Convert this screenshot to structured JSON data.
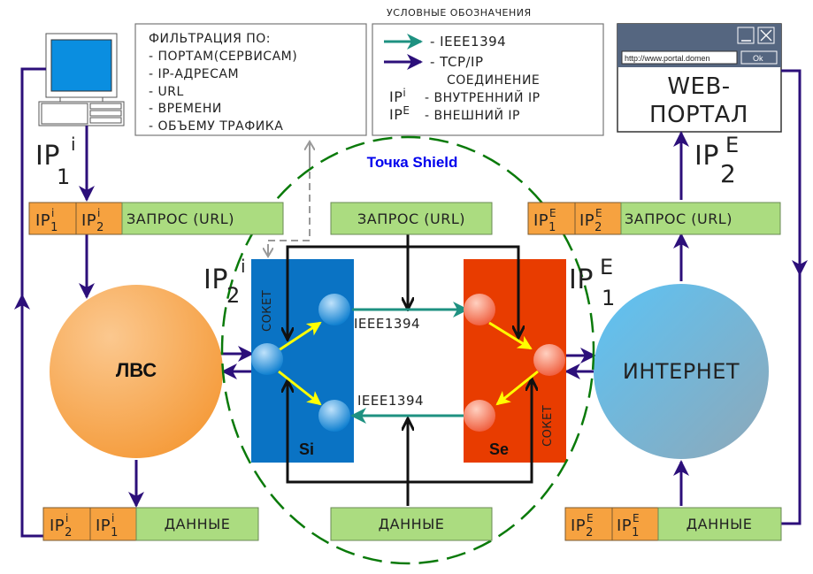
{
  "legend": {
    "title": "Условные обозначения",
    "items": [
      {
        "icon": "teal-arrow-icon",
        "color": "#1e9181",
        "label": "- IEEE1394"
      },
      {
        "icon": "purple-arrow-icon",
        "color": "#2c0f7a",
        "label": "- TCP/IP"
      },
      {
        "icon": "",
        "color": "",
        "label": "соединение"
      }
    ],
    "ip_internal": {
      "base": "IP",
      "sup": "i",
      "label": "- внутренний IP"
    },
    "ip_external": {
      "base": "IP",
      "sup": "E",
      "label": "- внешний IP"
    }
  },
  "filter_box": {
    "title": "Фильтрация по:",
    "items": [
      "- портам(сервисам)",
      "- IP-адресам",
      "- URL",
      "- времени",
      "- объему трафика"
    ]
  },
  "shield": {
    "title": "Точка Shield",
    "title_color": "#0000ee",
    "border_color": "#0a7a0a"
  },
  "web_portal": {
    "url": "http://www.portal.domen",
    "ok_label": "Ok",
    "title_line1": "WEB-",
    "title_line2": "ПОРТАЛ"
  },
  "nodes": {
    "lan": {
      "label": "ЛВС",
      "color": "#f5a24a"
    },
    "internet": {
      "label": "Интернет",
      "color": "#5bbdf0"
    },
    "si": {
      "label": "Si",
      "socket_label": "сокет",
      "color": "#0a73c4"
    },
    "se": {
      "label": "Se",
      "socket_label": "сокет",
      "color": "#e83c00"
    }
  },
  "links": {
    "ieee_top": "IEEE1394",
    "ieee_bottom": "IEEE1394"
  },
  "ip_labels": {
    "ip1_i": {
      "base": "IP",
      "sup": "i",
      "sub": "1"
    },
    "ip2_i": {
      "base": "IP",
      "sup": "i",
      "sub": "2"
    },
    "ip1_e": {
      "base": "IP",
      "sup": "E",
      "sub": "1"
    },
    "ip2_e": {
      "base": "IP",
      "sup": "E",
      "sub": "2"
    }
  },
  "packets": {
    "left_request": {
      "cells": [
        {
          "base": "IP",
          "sub": "1",
          "sup": "i"
        },
        {
          "base": "IP",
          "sub": "2",
          "sup": "i"
        }
      ],
      "payload": "Запрос (URL)"
    },
    "center_request": {
      "payload": "Запрос (URL)"
    },
    "right_request": {
      "cells": [
        {
          "base": "IP",
          "sub": "1",
          "sup": "E"
        },
        {
          "base": "IP",
          "sub": "2",
          "sup": "E"
        }
      ],
      "payload": "Запрос (URL)"
    },
    "left_data": {
      "cells": [
        {
          "base": "IP",
          "sub": "2",
          "sup": "i"
        },
        {
          "base": "IP",
          "sub": "1",
          "sup": "i"
        }
      ],
      "payload": "Данные"
    },
    "center_data": {
      "payload": "Данные"
    },
    "right_data": {
      "cells": [
        {
          "base": "IP",
          "sub": "2",
          "sup": "E"
        },
        {
          "base": "IP",
          "sub": "1",
          "sup": "E"
        }
      ],
      "payload": "Данные"
    }
  },
  "colors": {
    "tcp": "#2c0f7a",
    "ieee": "#1e9181",
    "internal": "#ffff00",
    "packet_ip": "#f6a240",
    "packet_payload": "#abdc80"
  }
}
